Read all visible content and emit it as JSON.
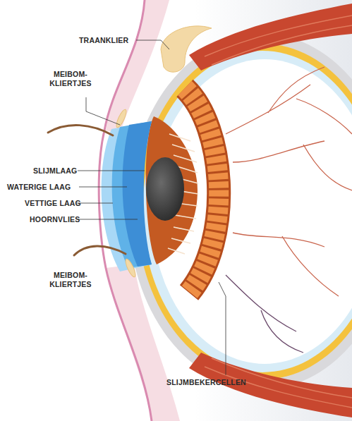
{
  "diagram": {
    "labels": [
      "TRAANKLIER",
      "MEIBOM- KLIERTJES",
      "SLIJMLAAG",
      "WATERIGE LAAG",
      "VETTIGE LAAG",
      "HOORNVLIES",
      "MEIBOM- KLIERTJES",
      "SLIJMBEKERCELLEN"
    ]
  }
}
